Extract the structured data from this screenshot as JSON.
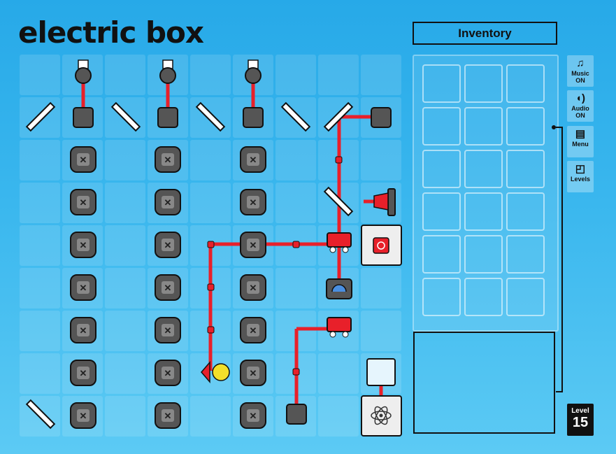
{
  "game": {
    "logo": "electric box",
    "inventory_title": "Inventory",
    "level_label": "Level",
    "level_number": "15"
  },
  "side_menu": [
    {
      "name": "music-toggle",
      "label_line1": "Music",
      "label_line2": "ON",
      "icon": "music-note-icon"
    },
    {
      "name": "audio-toggle",
      "label_line1": "Audio",
      "label_line2": "ON",
      "icon": "speaker-icon"
    },
    {
      "name": "menu-button",
      "label_line1": "Menu",
      "label_line2": "",
      "icon": "menu-icon"
    },
    {
      "name": "levels-button",
      "label_line1": "Levels",
      "label_line2": "",
      "icon": "levels-icon"
    }
  ],
  "colors": {
    "wire": "#e8202a",
    "block": "#555555",
    "bulb": "#f2e02a",
    "background": "#2aa9e8"
  }
}
